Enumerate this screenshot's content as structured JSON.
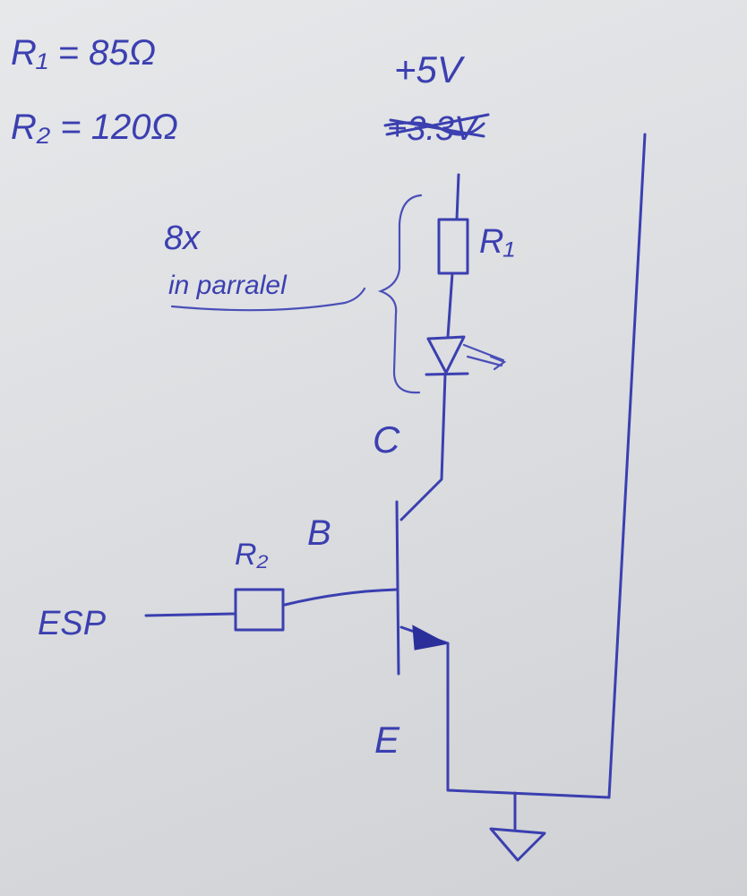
{
  "notes": {
    "r1_value": "R₁ = 85Ω",
    "r2_value": "R₂ = 120Ω",
    "supply": "+5V",
    "supply_crossed_out": "+3.3V",
    "multiplier": "8x",
    "multiplier_note": "in parralel"
  },
  "labels": {
    "r1": "R₁",
    "r2": "R₂",
    "collector": "C",
    "base": "B",
    "emitter": "E",
    "input": "ESP"
  },
  "colors": {
    "ink": "#3b3fb0",
    "paper": "#dfe1e3"
  }
}
